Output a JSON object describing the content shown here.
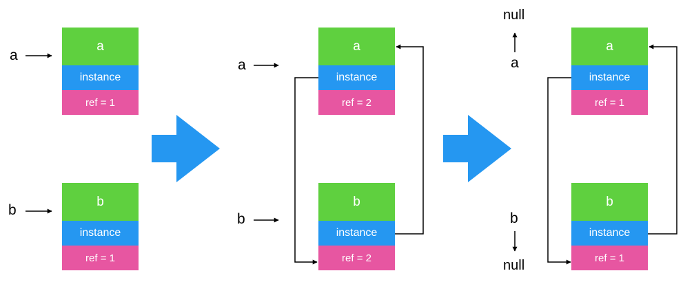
{
  "panels": [
    {
      "var_a": "a",
      "var_b": "b",
      "obj_a": {
        "name": "a",
        "instance": "instance",
        "ref": "ref = 1"
      },
      "obj_b": {
        "name": "b",
        "instance": "instance",
        "ref": "ref = 1"
      }
    },
    {
      "var_a": "a",
      "var_b": "b",
      "obj_a": {
        "name": "a",
        "instance": "instance",
        "ref": "ref = 2"
      },
      "obj_b": {
        "name": "b",
        "instance": "instance",
        "ref": "ref = 2"
      }
    },
    {
      "var_a": "a",
      "var_b": "b",
      "null_top": "null",
      "null_bottom": "null",
      "obj_a": {
        "name": "a",
        "instance": "instance",
        "ref": "ref = 1"
      },
      "obj_b": {
        "name": "b",
        "instance": "instance",
        "ref": "ref = 1"
      }
    }
  ],
  "colors": {
    "header": "#5fd03f",
    "instance": "#2597f1",
    "ref": "#e756a1",
    "big_arrow": "#2597f1"
  }
}
